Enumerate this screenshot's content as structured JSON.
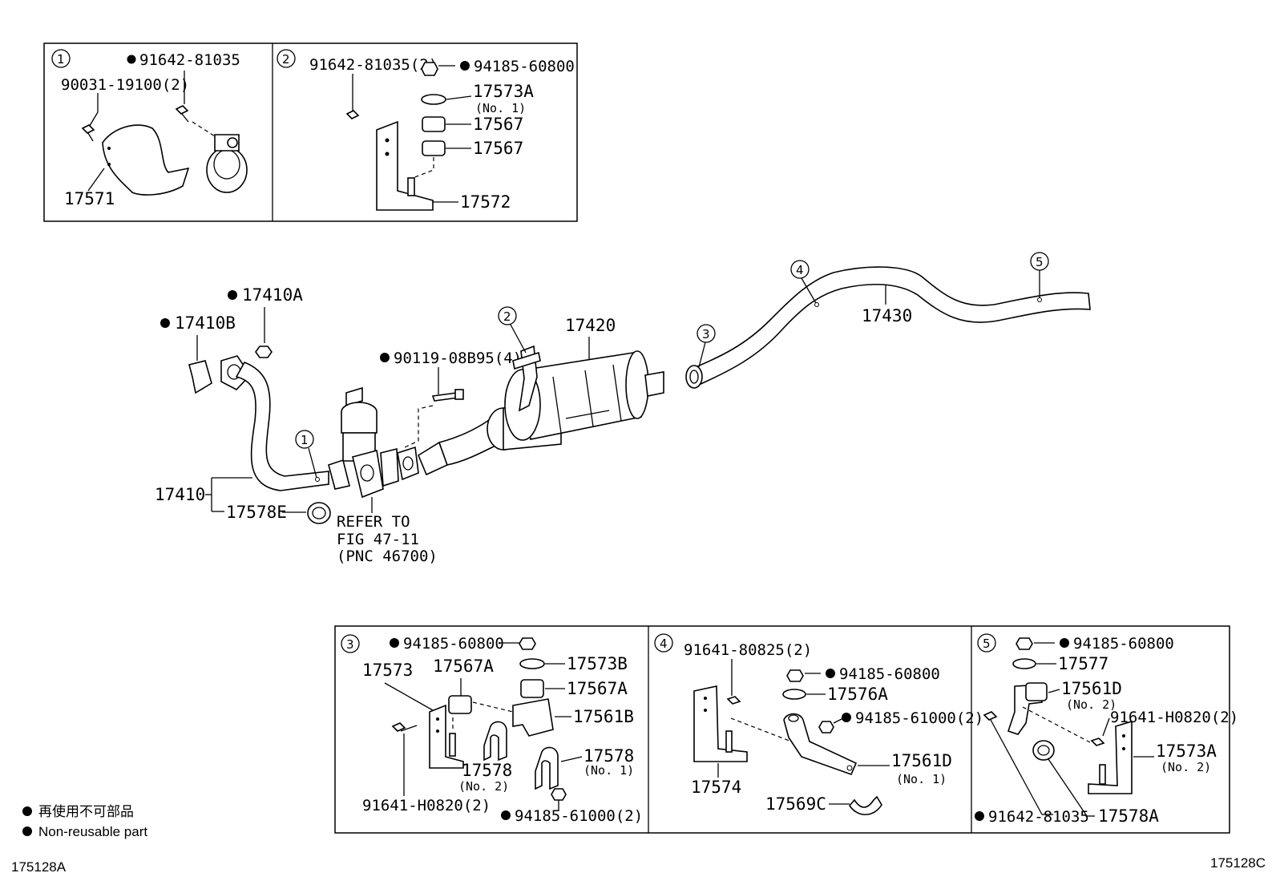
{
  "insets": {
    "i1": {
      "num": "1",
      "p_a": "91642-81035",
      "p_b": "90031-19100(2)",
      "p_c": "17571"
    },
    "i2": {
      "num": "2",
      "p_a": "91642-81035(2)",
      "p_b": "94185-60800",
      "p_c": "17573A",
      "p_c_sub": "(No. 1)",
      "p_d": "17567",
      "p_e": "17567",
      "p_f": "17572"
    },
    "i3": {
      "num": "3",
      "p_a": "94185-60800",
      "p_b": "17573",
      "p_c": "17567A",
      "p_d": "17573B",
      "p_e": "17567A",
      "p_f": "17561B",
      "p_g": "17578",
      "p_g_sub": "(No. 1)",
      "p_h": "17578",
      "p_h_sub": "(No. 2)",
      "p_i": "91641-H0820(2)",
      "p_j": "94185-61000(2)"
    },
    "i4": {
      "num": "4",
      "p_a": "91641-80825(2)",
      "p_b": "94185-60800",
      "p_c": "17576A",
      "p_d": "94185-61000(2)",
      "p_e": "17561D",
      "p_e_sub": "(No. 1)",
      "p_f": "17574",
      "p_g": "17569C"
    },
    "i5": {
      "num": "5",
      "p_a": "94185-60800",
      "p_b": "17577",
      "p_c": "17561D",
      "p_c_sub": "(No. 2)",
      "p_d": "91641-H0820(2)",
      "p_e": "17573A",
      "p_e_sub": "(No. 2)",
      "p_f": "91642-81035",
      "p_g": "17578A"
    }
  },
  "main": {
    "p_17410A": "17410A",
    "p_17410B": "17410B",
    "p_17410": "17410",
    "p_17578E": "17578E",
    "refer_1": "REFER TO",
    "refer_2": "FIG 47-11",
    "refer_3": "(PNC 46700)",
    "p_90119": "90119-08B95(4)",
    "p_17420": "17420",
    "p_17430": "17430",
    "callouts": [
      "1",
      "2",
      "3",
      "4",
      "5"
    ]
  },
  "legend": {
    "jp": "再使用不可部品",
    "en": "Non-reusable part"
  },
  "codes": {
    "left": "175128A",
    "right": "175128C"
  }
}
